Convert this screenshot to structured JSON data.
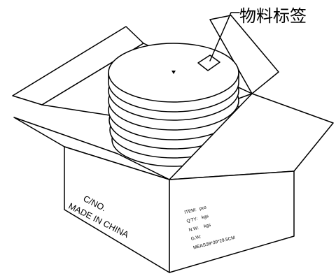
{
  "callout": {
    "label": "物料标签"
  },
  "box_side_left": {
    "line1": "C/NO.",
    "line2": "MADE IN CHINA"
  },
  "box_side_right": {
    "rows": [
      {
        "key": "ITEM:",
        "value": "pcs"
      },
      {
        "key": "Q'TY:",
        "value": "kgs"
      },
      {
        "key": "N.W:",
        "value": "kgs"
      },
      {
        "key": "G.W:",
        "value": ""
      },
      {
        "key": "MEAS:",
        "value": "39*39*29.5CM"
      }
    ]
  }
}
